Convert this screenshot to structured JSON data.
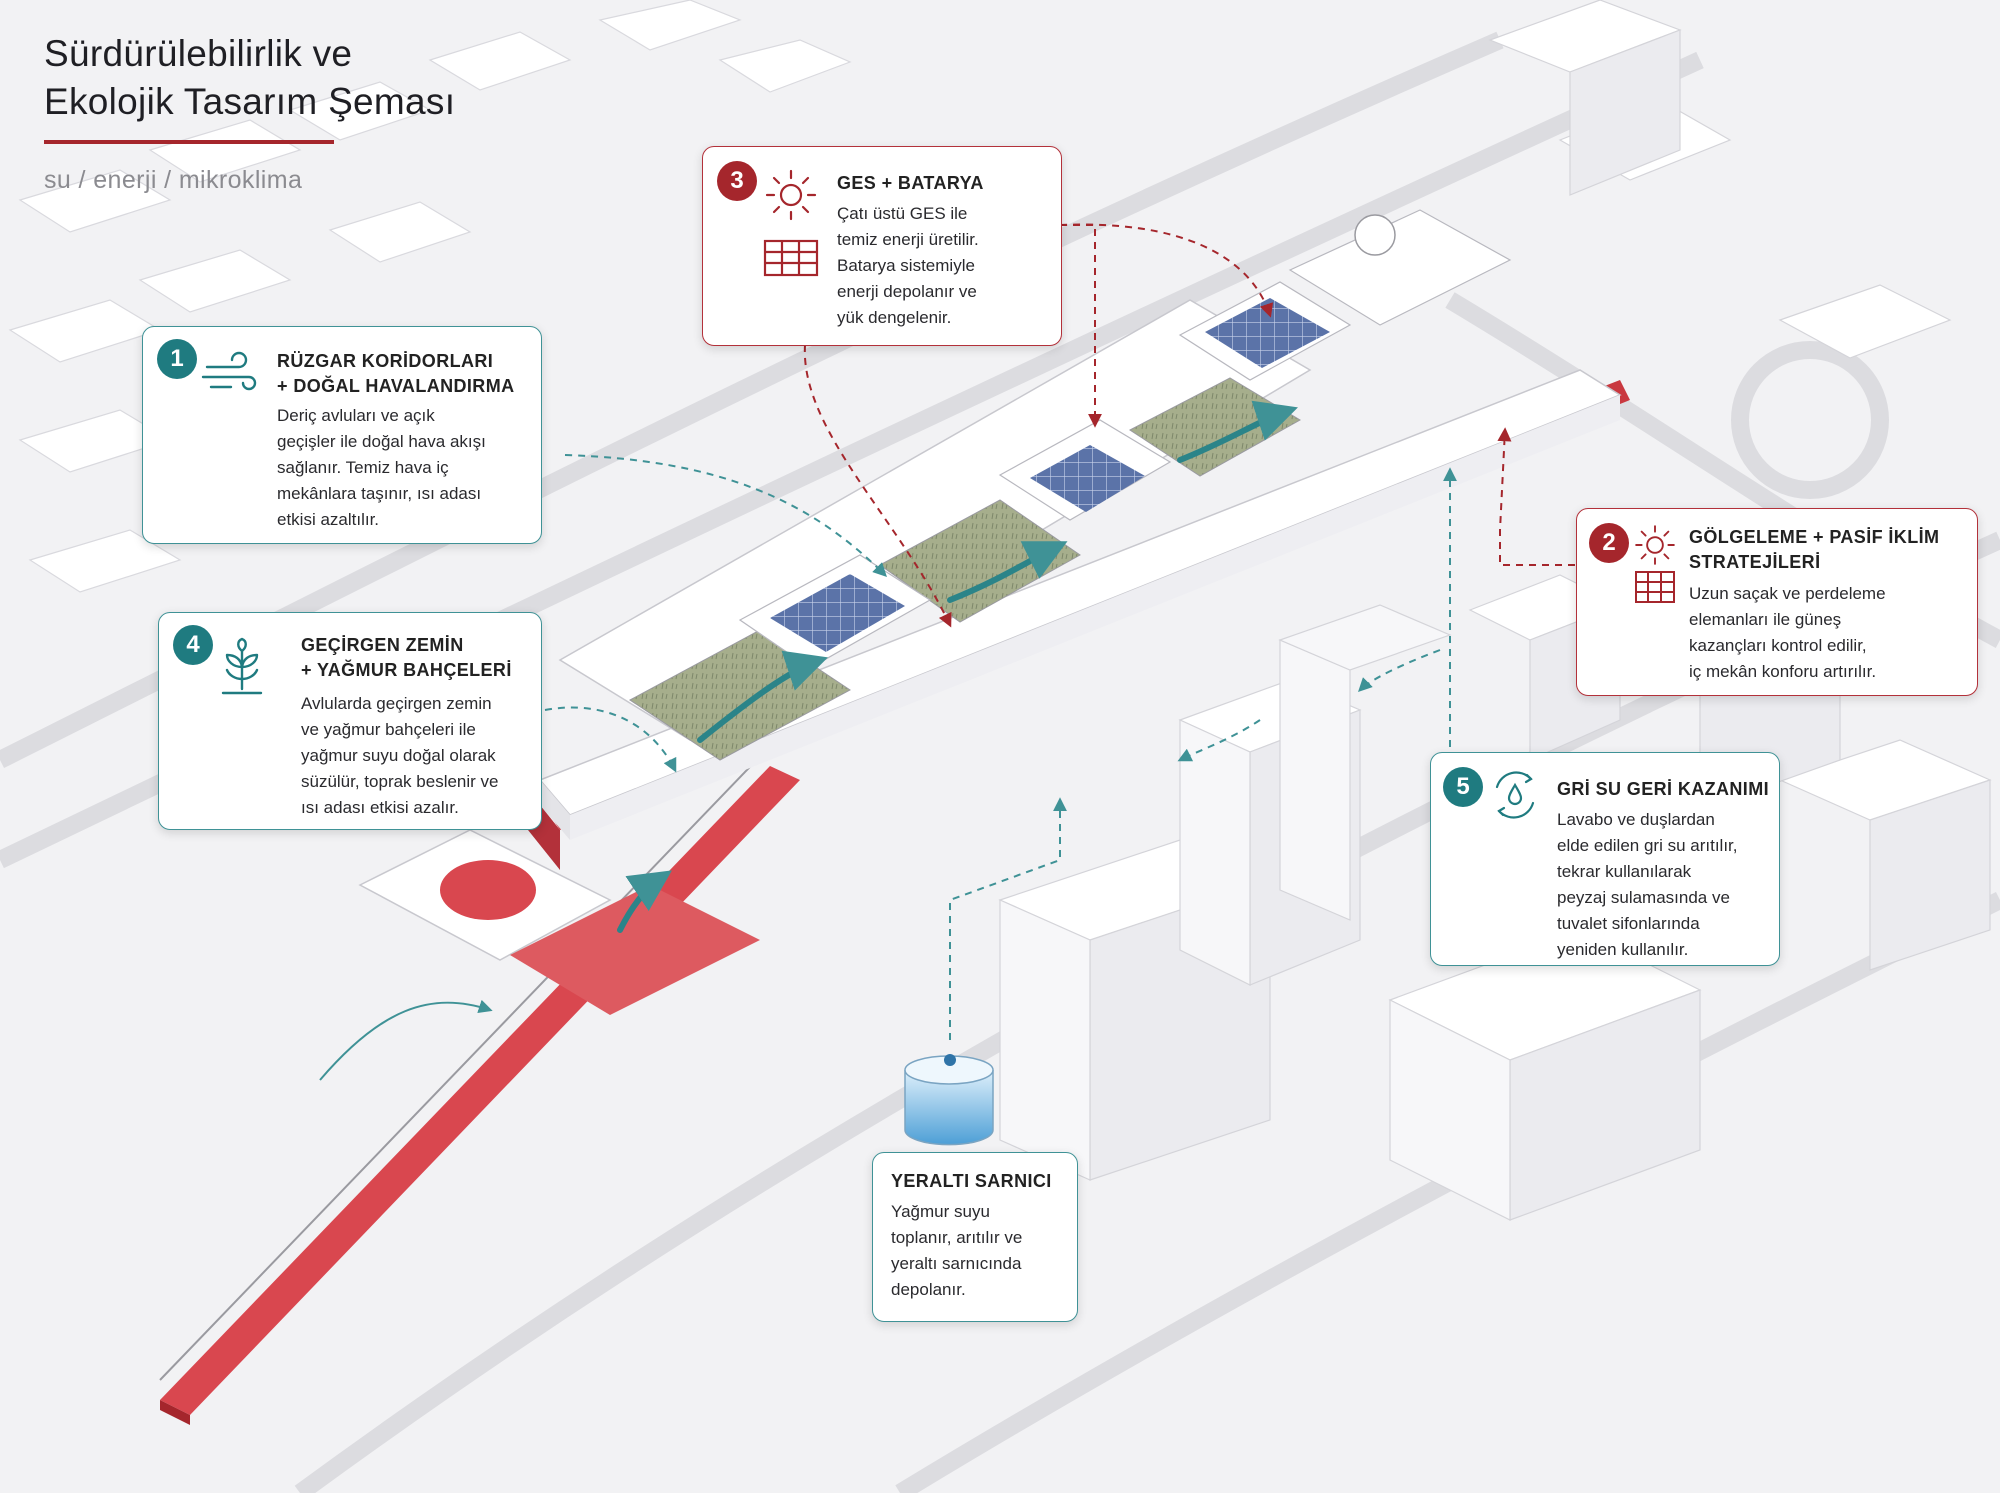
{
  "title": {
    "line1": "Sürdürülebilirlik ve",
    "line2": "Ekolojik Tasarım Şeması",
    "subtitle": "su / enerji / mikroklima"
  },
  "colors": {
    "accent_red": "#a5262c",
    "accent_teal": "#1f7b80",
    "background": "#f2f2f4",
    "building": "#ffffff",
    "solar_panel": "#5b73a8",
    "courtyard_green": "#a6ae8c"
  },
  "cards": {
    "wind": {
      "number": "1",
      "icon": "wind-icon",
      "heading_line1": "RÜZGAR KORİDORLARI",
      "heading_line2": "+ DOĞAL HAVALANDIRMA",
      "body": [
        "Deriç avluları ve açık",
        "geçişler ile doğal hava akışı",
        "sağlanır. Temiz hava iç",
        "mekânlara taşınır, ısı adası",
        "etkisi azaltılır."
      ]
    },
    "shading": {
      "number": "2",
      "icons": [
        "sun-icon",
        "grid-panel-icon"
      ],
      "heading_line1": "GÖLGELEME + PASİF İKLİM",
      "heading_line2": "STRATEJİLERİ",
      "body": [
        "Uzun saçak ve perdeleme",
        "elemanları ile güneş",
        "kazançları kontrol edilir,",
        "iç mekân konforu artırılır."
      ]
    },
    "solar": {
      "number": "3",
      "icons": [
        "sun-icon",
        "solar-panel-icon"
      ],
      "heading": "GES + BATARYA",
      "body": [
        "Çatı üstü GES ile",
        "temiz enerji üretilir.",
        "Batarya sistemiyle",
        "enerji depolanır ve",
        "yük dengelenir."
      ]
    },
    "permeable": {
      "number": "4",
      "icon": "plant-icon",
      "heading_line1": "GEÇİRGEN ZEMİN",
      "heading_line2": "+ YAĞMUR BAHÇELERİ",
      "body": [
        "Avlularda geçirgen zemin",
        "ve yağmur bahçeleri ile",
        "yağmur suyu doğal olarak",
        "süzülür, toprak beslenir ve",
        "ısı adası etkisi azalır."
      ]
    },
    "greywater": {
      "number": "5",
      "icon": "water-recycle-icon",
      "heading": "GRİ SU GERİ KAZANIMI",
      "body": [
        "Lavabo ve duşlardan",
        "elde edilen gri su arıtılır,",
        "tekrar kullanılarak",
        "peyzaj sulamasında ve",
        "tuvalet sifonlarında",
        "yeniden kullanılır."
      ]
    },
    "cistern": {
      "heading": "YERALTI SARNICI",
      "icon": "water-tank-icon",
      "body": [
        "Yağmur suyu",
        "toplanır, arıtılır ve",
        "yeraltı sarnıcında",
        "depolanır."
      ]
    }
  }
}
